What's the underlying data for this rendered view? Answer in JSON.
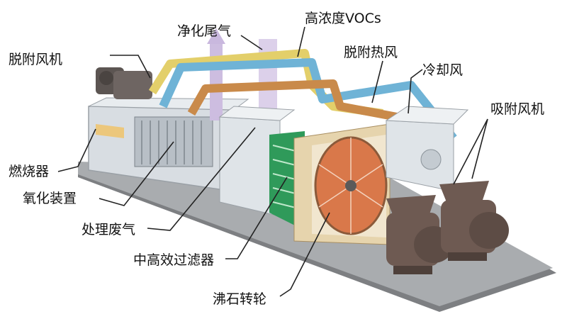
{
  "labels": {
    "desorb_fan": "脱附风机",
    "purified_exhaust": "净化尾气",
    "high_conc_vocs": "高浓度VOCs",
    "desorb_hot_air": "脱附热风",
    "cooling_air": "冷却风",
    "adsorb_fan": "吸附风机",
    "burner": "燃烧器",
    "oxidation_device": "氧化装置",
    "treated_gas": "处理废气",
    "mid_high_filter": "中高效过滤器",
    "zeolite_rotor": "沸石转轮"
  },
  "colors": {
    "duct_yellow": "#e3cf6a",
    "duct_blue": "#6fb3d6",
    "duct_orange": "#c98a4a",
    "frame_gray": "#8a8f95",
    "box_gray": "#d9dde1",
    "filter_green": "#2f9a5a",
    "rotor_orange": "#d9784a",
    "fan_brown": "#6e5a52",
    "exhaust_purple": "#c9b8de"
  }
}
